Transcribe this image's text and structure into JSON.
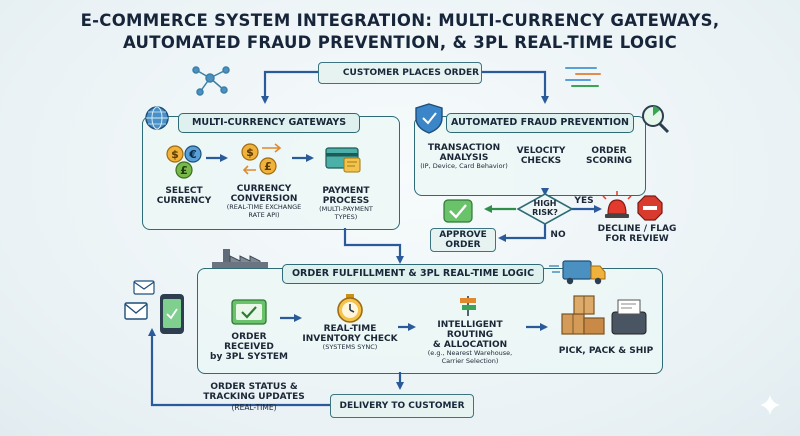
{
  "title": {
    "line1": "E-COMMERCE SYSTEM INTEGRATION: MULTI-CURRENCY GATEWAYS,",
    "line2": "AUTOMATED FRAUD PREVENTION, & 3PL REAL-TIME LOGIC"
  },
  "customer_places_order": "CUSTOMER PLACES ORDER",
  "gateways": {
    "header": "MULTI-CURRENCY GATEWAYS",
    "select": {
      "l1": "SELECT",
      "l2": "CURRENCY"
    },
    "conversion": {
      "l1": "CURRENCY",
      "l2": "CONVERSION",
      "n1": "(REAL-TIME EXCHANGE",
      "n2": "RATE API)"
    },
    "payment": {
      "l1": "PAYMENT PROCESS",
      "n1": "(MULTI-PAYMENT",
      "n2": "TYPES)"
    }
  },
  "fraud": {
    "header": "AUTOMATED FRAUD PREVENTION",
    "transaction": {
      "l1": "TRANSACTION",
      "l2": "ANALYSIS",
      "n1": "(IP, Device, Card Behavior)"
    },
    "velocity": {
      "l1": "VELOCITY",
      "l2": "CHECKS"
    },
    "scoring": {
      "l1": "ORDER",
      "l2": "SCORING"
    }
  },
  "decision": {
    "l1": "HIGH",
    "l2": "RISK?",
    "yes": "YES",
    "no": "NO"
  },
  "approve": {
    "l1": "APPROVE",
    "l2": "ORDER"
  },
  "decline": {
    "l1": "DECLINE / FLAG",
    "l2": "FOR REVIEW"
  },
  "fulfillment": {
    "header": "ORDER FULFILLMENT & 3PL REAL-TIME LOGIC",
    "received": {
      "l1": "ORDER RECEIVED",
      "l2": "by 3PL SYSTEM"
    },
    "inventory": {
      "l1": "REAL-TIME",
      "l2": "INVENTORY CHECK",
      "n1": "(SYSTEMS SYNC)"
    },
    "routing": {
      "l1": "INTELLIGENT ROUTING",
      "l2": "& ALLOCATION",
      "n1": "(e.g., Nearest Warehouse,",
      "n2": "Carrier Selection)"
    },
    "pick": "PICK, PACK & SHIP"
  },
  "tracking": {
    "l1": "ORDER STATUS &",
    "l2": "TRACKING UPDATES",
    "n1": "(REAL-TIME)"
  },
  "delivery": "DELIVERY TO CUSTOMER",
  "currency_symbols": {
    "dollar": "$",
    "euro": "€",
    "pound": "£"
  },
  "colors": {
    "teal_border": "#2e6b76",
    "arrow": "#2a5a9a",
    "approve_green": "#3aa655",
    "decline_red": "#d83a2e",
    "panel_fill": "#e7f4f1"
  },
  "icons": [
    "network-icon",
    "shopping-cart-icon",
    "code-lines-icon",
    "globe-icon",
    "shield-check-icon",
    "magnifier-radar-icon",
    "currency-coins-icon",
    "currency-exchange-icon",
    "credit-card-icon",
    "approve-check-icon",
    "alarm-light-icon",
    "stop-sign-icon",
    "factory-icon",
    "envelope-icon",
    "smartphone-icon",
    "check-screen-icon",
    "stopwatch-icon",
    "routing-icon",
    "delivery-truck-icon",
    "boxes-icon",
    "label-printer-icon",
    "sparkle-icon"
  ]
}
